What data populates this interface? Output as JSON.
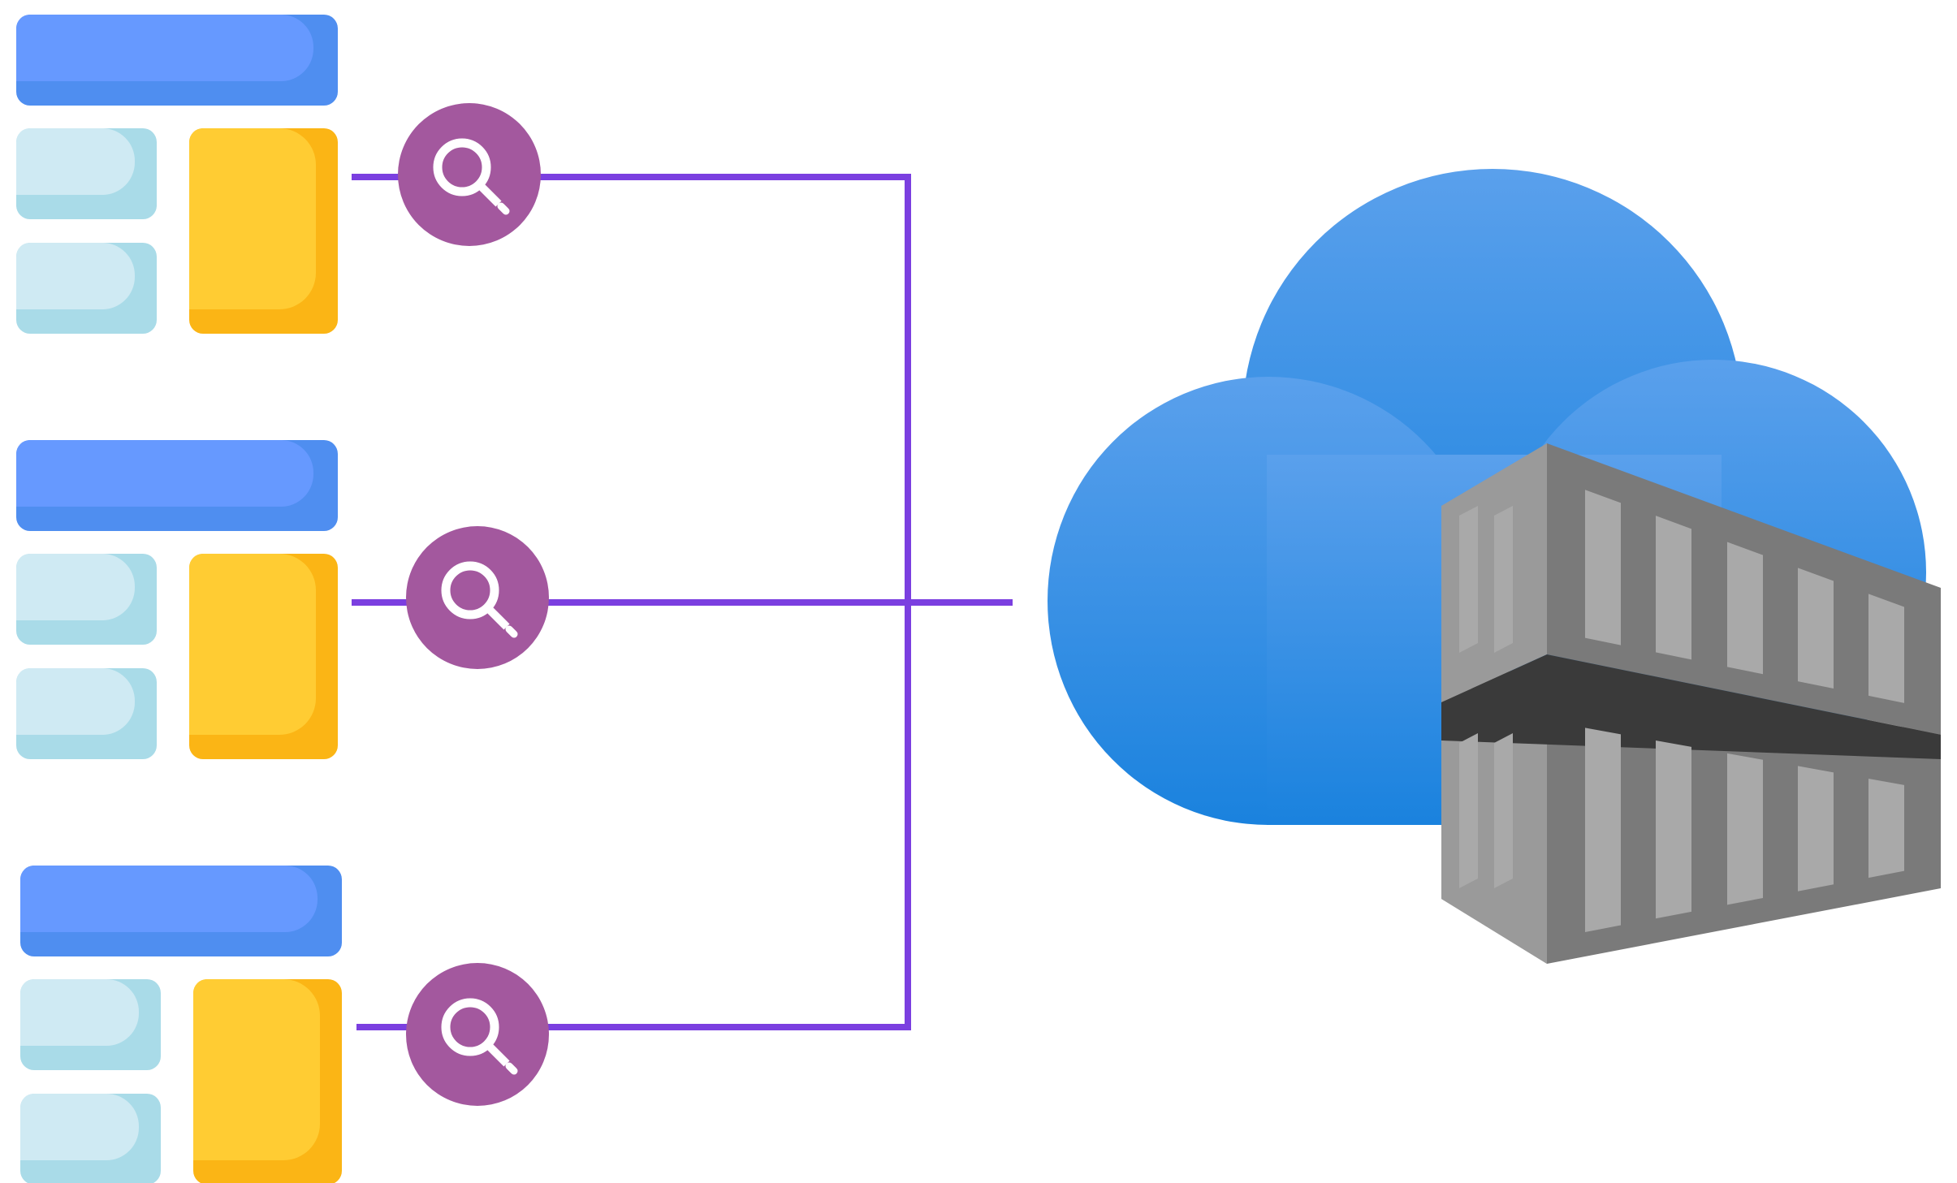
{
  "diagram": {
    "sources": [
      {
        "name": "dashboard-1"
      },
      {
        "name": "dashboard-2"
      },
      {
        "name": "dashboard-3"
      }
    ],
    "icons": {
      "dashboard": "dashboard-icon",
      "search": "search-icon",
      "cloud": "cloud-icon",
      "container": "container-registry-icon"
    },
    "colors": {
      "background": "#ffffff",
      "connector": "#7b3fe0",
      "search_badge": "#a3589e",
      "header_tile": "#6699ff",
      "header_tile_shade": "#4f8ef0",
      "side_tile": "#cfeaf3",
      "side_tile_shade": "#a9dbe8",
      "main_tile": "#ffcc33",
      "main_tile_shade": "#fbb515",
      "cloud_top": "#5aa0ec",
      "cloud_bottom": "#1a82de",
      "container_front": "#7a7a7a",
      "container_side": "#9a9a9a",
      "container_panel": "#a9a9a9",
      "container_gap": "#3a3a3a"
    }
  }
}
